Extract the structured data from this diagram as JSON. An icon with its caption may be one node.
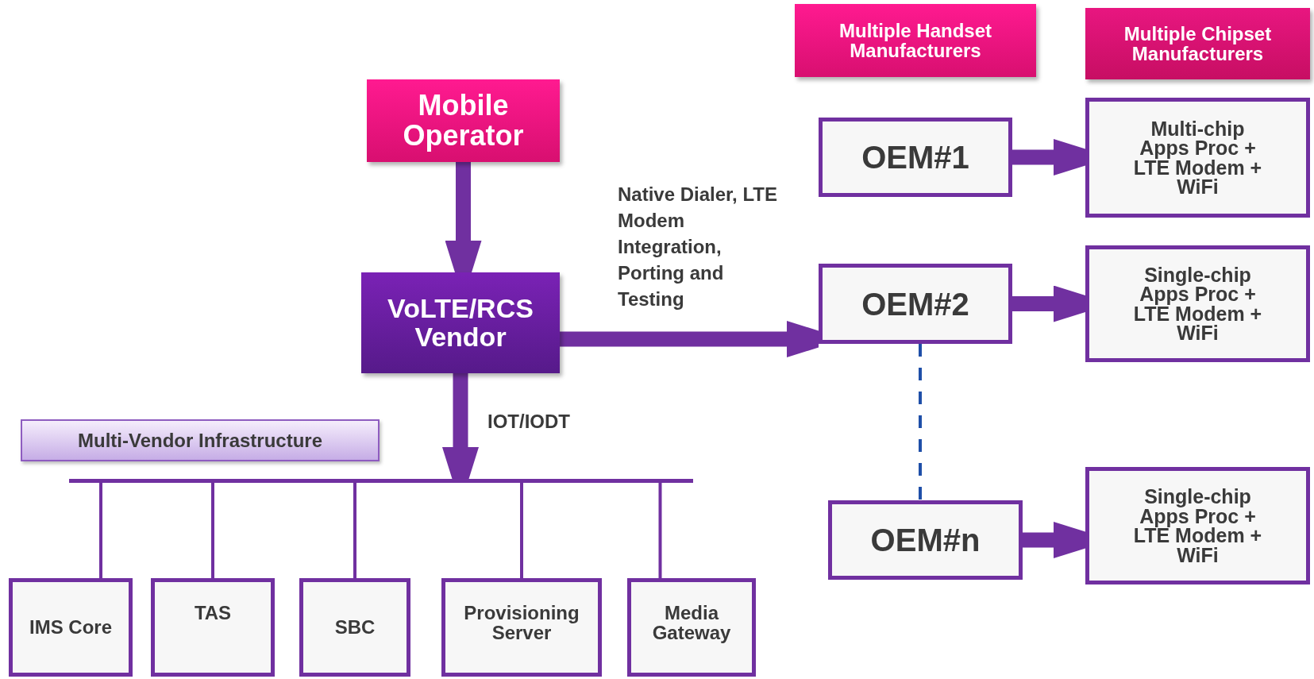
{
  "diagram": {
    "nodes": [
      {
        "text": [
          "Mobile Operator"
        ]
      },
      {
        "text": [
          "VoLTE/RCS Vendor"
        ]
      },
      {
        "text": [
          "Multi-Vendor Infrastructure"
        ]
      },
      {
        "text": [
          "IMS Core"
        ]
      },
      {
        "text": [
          "TAS"
        ]
      },
      {
        "text": [
          "SBC"
        ]
      },
      {
        "text": [
          "Provisioning Server"
        ]
      },
      {
        "text": [
          "Media Gateway"
        ]
      },
      {
        "text": [
          "Multiple Handset Manufacturers"
        ]
      },
      {
        "text": [
          "Multiple Chipset Manufacturers"
        ]
      },
      {
        "text": [
          "OEM#1"
        ]
      },
      {
        "text": [
          "Multi-chip Apps Proc + LTE Modem + WiFi"
        ]
      },
      {
        "text": [
          "OEM#2"
        ]
      },
      {
        "text": [
          "Single-chip Apps Proc + LTE Modem + WiFi"
        ]
      },
      {
        "text": [
          "OEM#n"
        ]
      },
      {
        "text": [
          "Single-chip Apps Proc + LTE Modem + WiFi"
        ]
      },
      {
        "text": [],
        "shape": "bar"
      }
    ],
    "edges": [
      {
        "from": 0,
        "to": 1,
        "arrow": "to",
        "style": "thick"
      },
      {
        "from": 1,
        "to": 12,
        "arrow": "to",
        "style": "thick",
        "label": "Native Dialer, LTE Modem Integration, Porting and Testing"
      },
      {
        "from": 1,
        "to": 16,
        "arrow": "to",
        "style": "thick",
        "label": "IOT/IODT"
      },
      {
        "from": 16,
        "to": 3,
        "arrow": "none"
      },
      {
        "from": 16,
        "to": 4,
        "arrow": "none"
      },
      {
        "from": 16,
        "to": 5,
        "arrow": "none"
      },
      {
        "from": 16,
        "to": 6,
        "arrow": "none"
      },
      {
        "from": 16,
        "to": 7,
        "arrow": "none"
      },
      {
        "from": 10,
        "to": 11,
        "arrow": "to",
        "style": "thick"
      },
      {
        "from": 12,
        "to": 13,
        "arrow": "to",
        "style": "thick"
      },
      {
        "from": 14,
        "to": 15,
        "arrow": "to",
        "style": "thick"
      },
      {
        "from": 12,
        "to": 14,
        "arrow": "none",
        "style": "dashed",
        "color": "#1f4fa8"
      }
    ]
  }
}
